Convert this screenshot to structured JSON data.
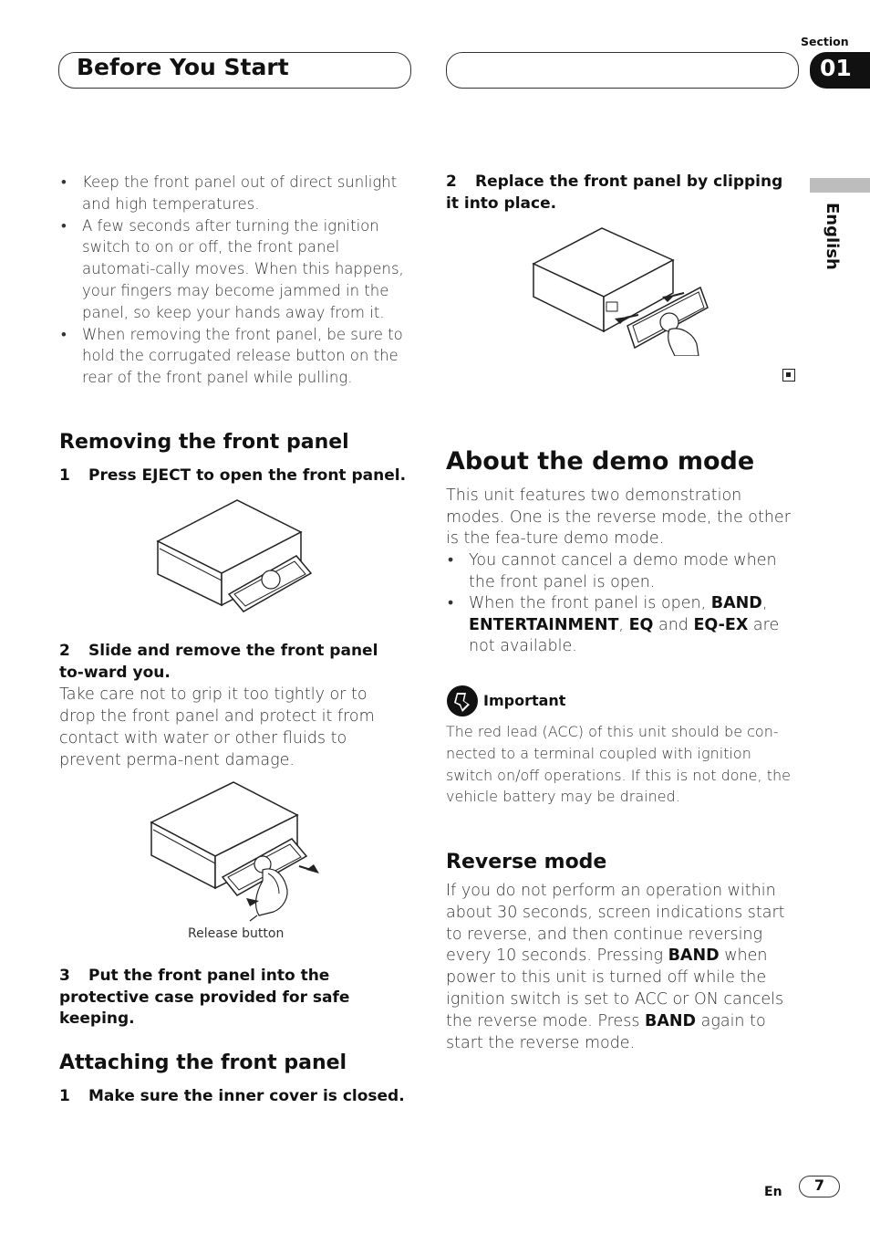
{
  "header": {
    "title": "Before You Start",
    "section_label": "Section",
    "section_number": "01"
  },
  "side_tab": {
    "language": "English"
  },
  "left": {
    "bullets": [
      "Keep the front panel out of direct sunlight and high temperatures.",
      "A few seconds after turning the ignition switch to on or off, the front panel automati-cally moves. When this happens, your fingers may become jammed in the panel, so keep your hands away from it.",
      "When removing the front panel, be sure to hold the corrugated release button on the rear of the front panel while pulling."
    ],
    "removing": {
      "heading": "Removing the front panel",
      "step1_num": "1",
      "step1": "Press EJECT to open the front panel.",
      "step2_num": "2",
      "step2": "Slide and remove the front panel to-ward you.",
      "step2_body": "Take care not to grip it too tightly or to drop the front panel and protect it from contact with water or other fluids to prevent perma-nent damage.",
      "caption": "Release button",
      "step3_num": "3",
      "step3": "Put the front panel into the protective case provided for safe keeping."
    },
    "attaching": {
      "heading": "Attaching the front panel",
      "step1_num": "1",
      "step1": "Make sure the inner cover is closed."
    }
  },
  "right": {
    "step2_num": "2",
    "step2": "Replace the front panel by clipping it into place.",
    "demo": {
      "heading": "About the demo mode",
      "intro": "This unit features two demonstration modes. One is the reverse mode, the other is the fea-ture demo mode.",
      "bullet1": "You cannot cancel a demo mode when the front panel is open.",
      "bullet2_a": "When the front panel is open, ",
      "bullet2_band": "BAND",
      "bullet2_b": ",",
      "bullet2_ent": "ENTERTAINMENT",
      "bullet2_c": ", ",
      "bullet2_eq": "EQ",
      "bullet2_d": " and ",
      "bullet2_eqex": "EQ-EX",
      "bullet2_e": " are not available."
    },
    "important": {
      "label": "Important",
      "text": "The red lead (ACC) of this unit should be con-nected to a terminal coupled with ignition switch on/off operations. If this is not done, the vehicle battery may be drained."
    },
    "reverse": {
      "heading": "Reverse mode",
      "t1": "If you do not perform an operation within about 30 seconds, screen indications start to reverse, and then continue reversing every 10 seconds. Pressing ",
      "band1": "BAND",
      "t2": " when power to this unit is turned off while the ignition switch is set to ACC or ON cancels the reverse mode. Press ",
      "band2": "BAND",
      "t3": " again to start the reverse mode."
    }
  },
  "footer": {
    "lang": "En",
    "page": "7"
  }
}
